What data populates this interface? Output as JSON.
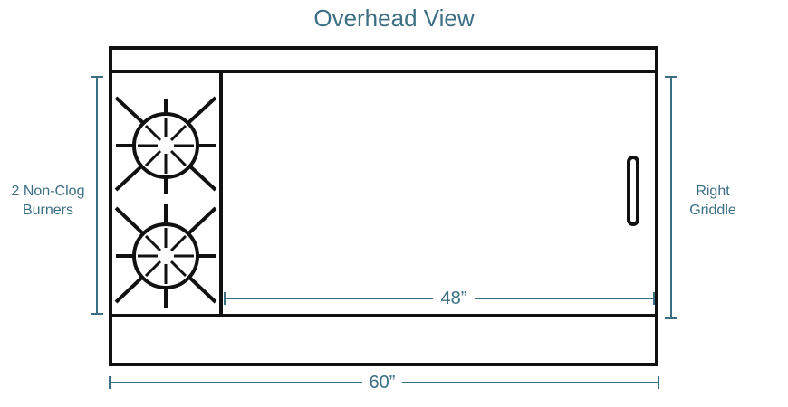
{
  "title": "Overhead View",
  "labels": {
    "left_line1": "2 Non-Clog",
    "left_line2": "Burners",
    "right_line1": "Right",
    "right_line2": "Griddle"
  },
  "dimensions": {
    "griddle_width": "48”",
    "total_width": "60”"
  },
  "colors": {
    "outline": "#111111",
    "dimension": "#3c6f83"
  }
}
